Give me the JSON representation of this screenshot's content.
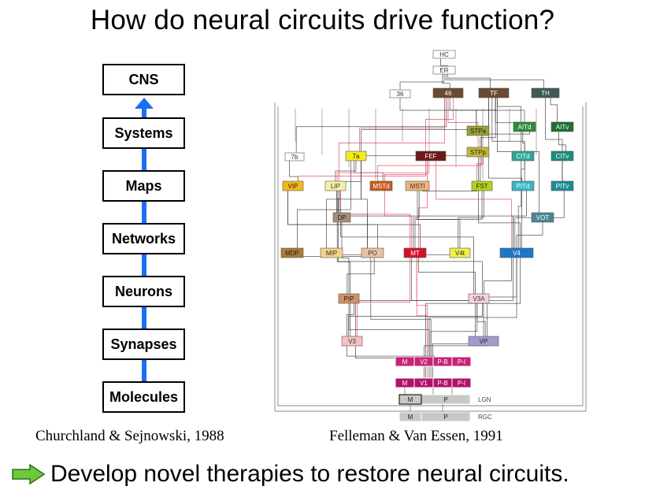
{
  "title": "How do neural circuits drive function?",
  "levels": [
    "CNS",
    "Systems",
    "Maps",
    "Networks",
    "Neurons",
    "Synapses",
    "Molecules"
  ],
  "citations": {
    "left": "Churchland & Sejnowski, 1988",
    "right": "Felleman & Van Essen, 1991"
  },
  "footer": {
    "text": "Develop novel therapies to restore neural circuits.",
    "icon": "right-arrow-icon",
    "icon_color": "#6dc83c"
  },
  "accent_color": "#1b6ff5",
  "diagram": {
    "nodes": [
      {
        "id": "HC",
        "label": "HC",
        "fill": "#ffffff",
        "text": "#333333"
      },
      {
        "id": "ER",
        "label": "ER",
        "fill": "#ffffff",
        "text": "#333333"
      },
      {
        "id": "36",
        "label": "36",
        "fill": "#ffffff",
        "text": "#333333"
      },
      {
        "id": "46",
        "label": "46",
        "fill": "#6b4a34",
        "text": "#ffffff"
      },
      {
        "id": "TF",
        "label": "TF",
        "fill": "#6b4a34",
        "text": "#ffffff"
      },
      {
        "id": "TH",
        "label": "TH",
        "fill": "#3f5a57",
        "text": "#ffffff"
      },
      {
        "id": "STPa",
        "label": "STPa",
        "fill": "#9aa033",
        "text": "#222222"
      },
      {
        "id": "AITd",
        "label": "AITd",
        "fill": "#2e8b3a",
        "text": "#ffffff"
      },
      {
        "id": "AITv",
        "label": "AITv",
        "fill": "#1f6f31",
        "text": "#ffffff"
      },
      {
        "id": "STPp",
        "label": "STPp",
        "fill": "#c3b93a",
        "text": "#222222"
      },
      {
        "id": "7b",
        "label": "7b",
        "fill": "#ffffff",
        "text": "#333333"
      },
      {
        "id": "7a",
        "label": "7a",
        "fill": "#f2ea1c",
        "text": "#222222"
      },
      {
        "id": "FEF",
        "label": "FEF",
        "fill": "#6e1a1a",
        "text": "#ffffff"
      },
      {
        "id": "CITd",
        "label": "CITd",
        "fill": "#2ea595",
        "text": "#ffffff"
      },
      {
        "id": "CITv",
        "label": "CITv",
        "fill": "#1e8a7c",
        "text": "#ffffff"
      },
      {
        "id": "VIP",
        "label": "VIP",
        "fill": "#f4b71c",
        "text": "#222222"
      },
      {
        "id": "LIP",
        "label": "LIP",
        "fill": "#f5f0a6",
        "text": "#333333"
      },
      {
        "id": "MSTd",
        "label": "MSTd",
        "fill": "#c75a1e",
        "text": "#ffffff"
      },
      {
        "id": "MSTl",
        "label": "MSTl",
        "fill": "#f0b47a",
        "text": "#333333"
      },
      {
        "id": "FST",
        "label": "FST",
        "fill": "#b6d11c",
        "text": "#222222"
      },
      {
        "id": "PITd",
        "label": "PITd",
        "fill": "#36b6c4",
        "text": "#ffffff"
      },
      {
        "id": "PITv",
        "label": "PITv",
        "fill": "#1e8d95",
        "text": "#ffffff"
      },
      {
        "id": "DP",
        "label": "DP",
        "fill": "#a88c7a",
        "text": "#222222"
      },
      {
        "id": "VOT",
        "label": "VOT",
        "fill": "#4a8793",
        "text": "#ffffff"
      },
      {
        "id": "MDP",
        "label": "MDP",
        "fill": "#b07a3a",
        "text": "#222222"
      },
      {
        "id": "MIP",
        "label": "MIP",
        "fill": "#f5d08a",
        "text": "#333333"
      },
      {
        "id": "PO",
        "label": "PO",
        "fill": "#e8c2a0",
        "text": "#333333"
      },
      {
        "id": "MT",
        "label": "MT",
        "fill": "#d4112a",
        "text": "#ffffff"
      },
      {
        "id": "V4t",
        "label": "V4t",
        "fill": "#eef048",
        "text": "#222222"
      },
      {
        "id": "V4",
        "label": "V4",
        "fill": "#1d78c4",
        "text": "#ffffff"
      },
      {
        "id": "PIP",
        "label": "PIP",
        "fill": "#d39066",
        "text": "#222222"
      },
      {
        "id": "V3A",
        "label": "V3A",
        "fill": "#f6d2da",
        "text": "#333333"
      },
      {
        "id": "V3",
        "label": "V3",
        "fill": "#f6c0c6",
        "text": "#333333"
      },
      {
        "id": "VP",
        "label": "VP",
        "fill": "#a59ad0",
        "text": "#222222"
      }
    ],
    "v2": {
      "fill": "#c8237a",
      "cells": [
        "M",
        "V2",
        "P-B",
        "P-I"
      ]
    },
    "v1": {
      "fill": "#b0126a",
      "cells": [
        "M",
        "V1",
        "P-B",
        "P-I"
      ]
    },
    "lgn": {
      "fill": "#c8c8c8",
      "cells": [
        "M",
        "P"
      ],
      "label": "LGN"
    },
    "rgc": {
      "fill": "#c8c8c8",
      "cells": [
        "M",
        "P"
      ],
      "label": "RGC"
    }
  }
}
